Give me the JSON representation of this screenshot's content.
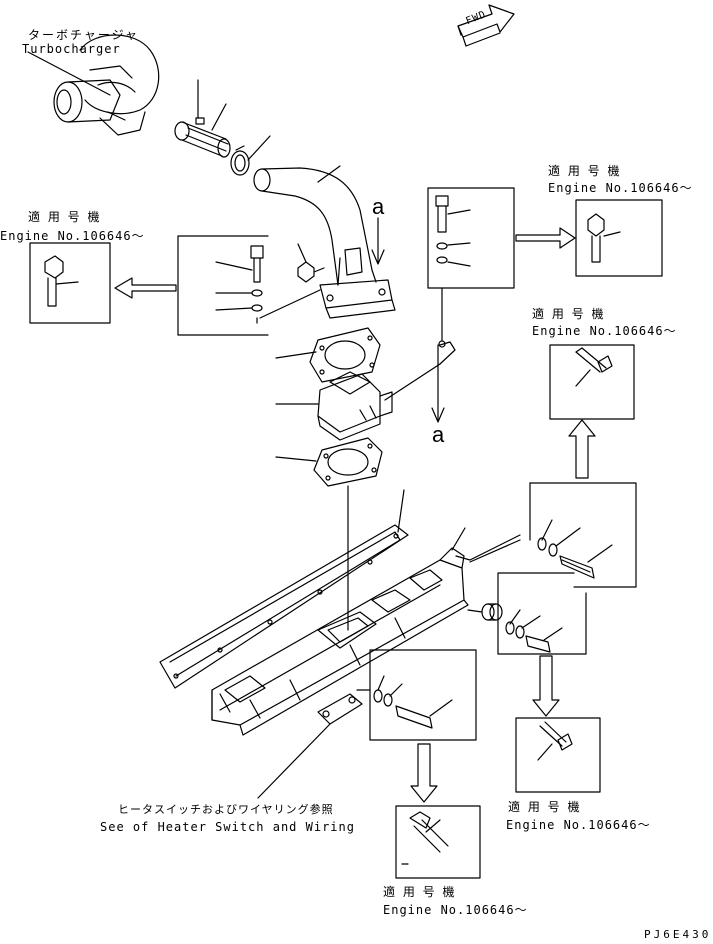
{
  "turbocharger": {
    "jp": "ターボチャージャ",
    "en": "Turbocharger"
  },
  "fwd_label": "FWD",
  "callout_a": "a",
  "applicable": {
    "jp": "適 用 号 機",
    "en": "Engine No.106646～"
  },
  "heater_ref": {
    "jp": "ヒータスイッチおよびワイヤリング参照",
    "en": "See of Heater Switch and Wiring"
  },
  "drawing_code": "PJ6E430"
}
